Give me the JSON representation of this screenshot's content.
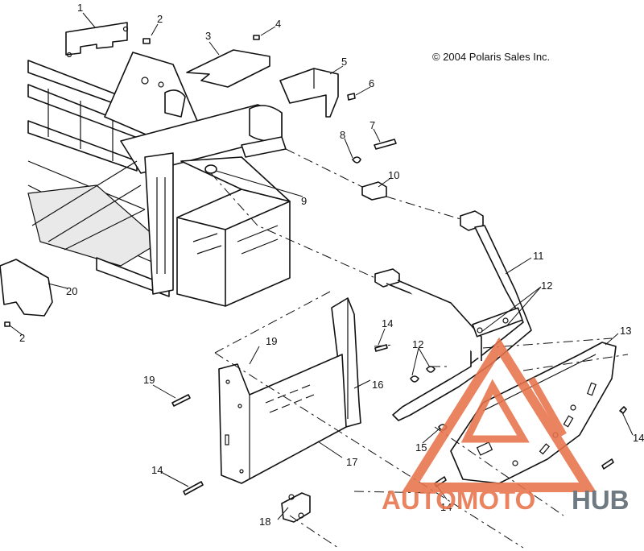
{
  "copyright": "© 2004 Polaris Sales Inc.",
  "watermark": {
    "part1": "AUTOMOTO",
    "part2": "HUB",
    "color_primary": "#e8734a",
    "color_secondary": "#5b6770"
  },
  "callouts": [
    {
      "id": "1",
      "label": "1"
    },
    {
      "id": "2a",
      "label": "2"
    },
    {
      "id": "2b",
      "label": "2"
    },
    {
      "id": "3",
      "label": "3"
    },
    {
      "id": "4",
      "label": "4"
    },
    {
      "id": "5",
      "label": "5"
    },
    {
      "id": "6",
      "label": "6"
    },
    {
      "id": "7",
      "label": "7"
    },
    {
      "id": "8",
      "label": "8"
    },
    {
      "id": "9",
      "label": "9"
    },
    {
      "id": "10",
      "label": "10"
    },
    {
      "id": "11",
      "label": "11"
    },
    {
      "id": "12a",
      "label": "12"
    },
    {
      "id": "12b",
      "label": "12"
    },
    {
      "id": "13",
      "label": "13"
    },
    {
      "id": "14a",
      "label": "14"
    },
    {
      "id": "14b",
      "label": "14"
    },
    {
      "id": "14c",
      "label": "14"
    },
    {
      "id": "14d",
      "label": "14"
    },
    {
      "id": "15",
      "label": "15"
    },
    {
      "id": "16",
      "label": "16"
    },
    {
      "id": "17",
      "label": "17"
    },
    {
      "id": "18",
      "label": "18"
    },
    {
      "id": "19a",
      "label": "19"
    },
    {
      "id": "19b",
      "label": "19"
    },
    {
      "id": "20",
      "label": "20"
    }
  ]
}
